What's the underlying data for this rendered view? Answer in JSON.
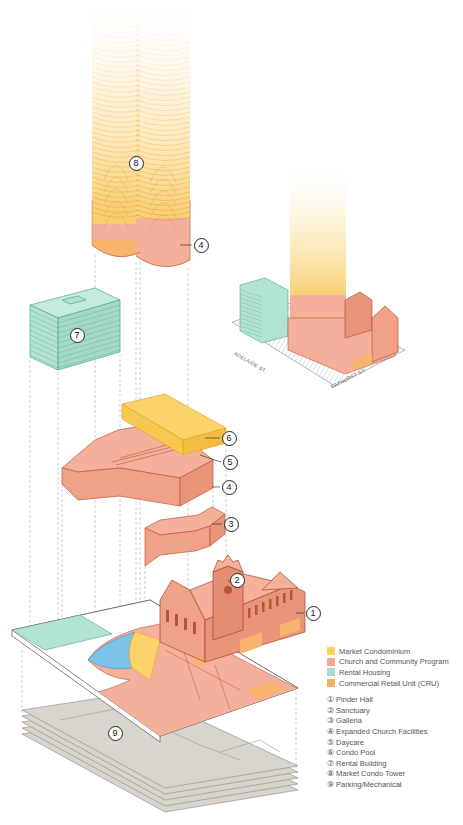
{
  "diagram": {
    "nodes": [
      {
        "text": [
          "8"
        ]
      },
      {
        "text": [
          "4"
        ]
      },
      {
        "text": [
          "7"
        ]
      },
      {
        "text": [
          "6"
        ]
      },
      {
        "text": [
          "5"
        ]
      },
      {
        "text": [
          "4"
        ]
      },
      {
        "text": [
          "3"
        ]
      },
      {
        "text": [
          "2"
        ]
      },
      {
        "text": [
          "1"
        ]
      },
      {
        "text": [
          "9"
        ]
      }
    ],
    "labels": [
      "ADELAIDE ST.",
      "BATHURST ST."
    ],
    "legend": [
      {
        "text": "Market Condominium",
        "color": "#f9d35c"
      },
      {
        "text": "Church and Community Program",
        "color": "#f2a98f"
      },
      {
        "text": "Rental Housing",
        "color": "#a9dccb"
      },
      {
        "text": "Commercial Retail Unit (CRU)",
        "color": "#f7b26a"
      },
      {
        "text": "① Pinder Hall"
      },
      {
        "text": "② Sanctuary"
      },
      {
        "text": "③ Galleria"
      },
      {
        "text": "④ Expanded Church Facilities"
      },
      {
        "text": "⑤ Daycare"
      },
      {
        "text": "⑥ Condo Pool"
      },
      {
        "text": "⑦ Rental Building"
      },
      {
        "text": "⑧ Market Condo Tower"
      },
      {
        "text": "⑨ Parking/Mechanical"
      }
    ]
  }
}
